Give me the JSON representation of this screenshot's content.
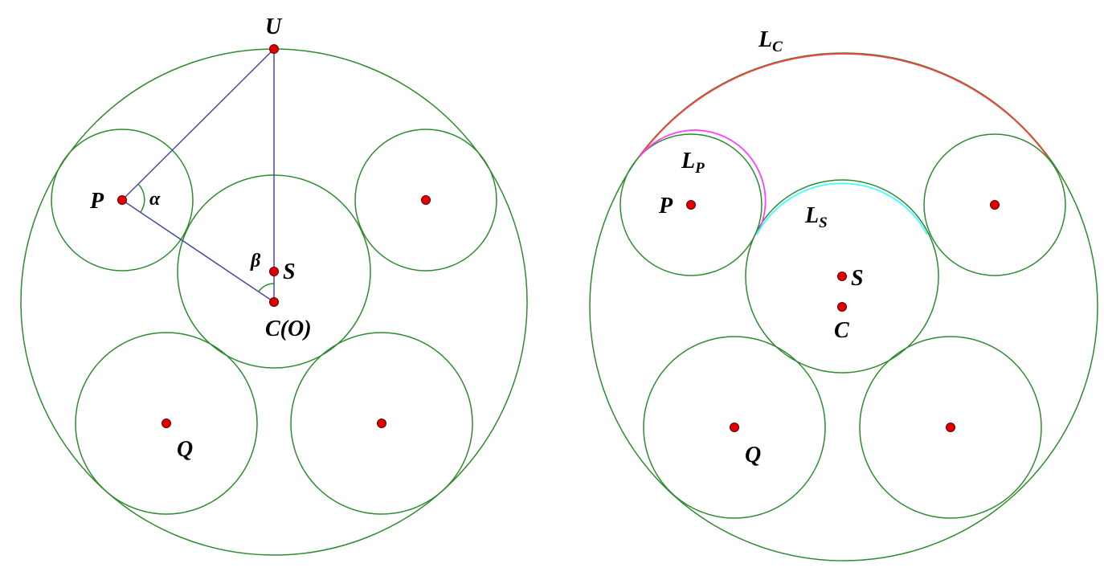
{
  "left_figure": {
    "labels": {
      "U": "U",
      "P": "P",
      "alpha": "α",
      "beta": "β",
      "S": "S",
      "C": "C(O)",
      "Q": "Q"
    }
  },
  "right_figure": {
    "labels": {
      "LC": "L",
      "LC_sub": "C",
      "LP": "L",
      "LP_sub": "P",
      "LS": "L",
      "LS_sub": "S",
      "P": "P",
      "S": "S",
      "C": "C",
      "Q": "Q"
    }
  },
  "colors": {
    "circles": "#2e8b2e",
    "segments": "#4a4aa8",
    "points": "#e00000",
    "arc_LC": "#ff4040",
    "arc_LP": "#ff40ff",
    "arc_LS": "#40ffff"
  }
}
